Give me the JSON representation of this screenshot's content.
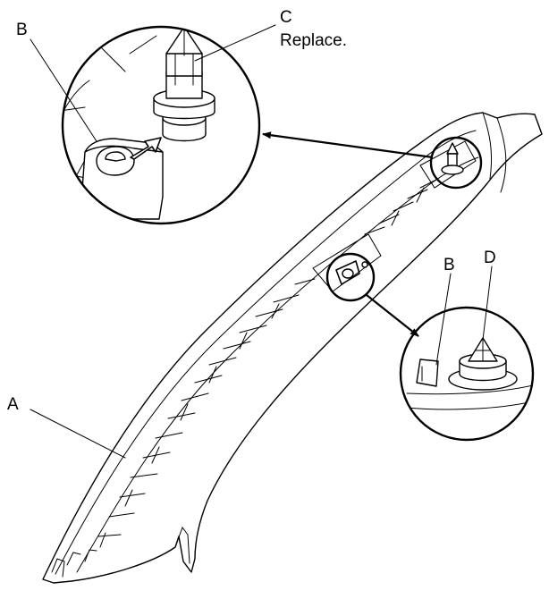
{
  "labels": {
    "a": "A",
    "b_detail": "B",
    "c": "C",
    "c_note": "Replace.",
    "b_inset": "B",
    "d": "D"
  }
}
